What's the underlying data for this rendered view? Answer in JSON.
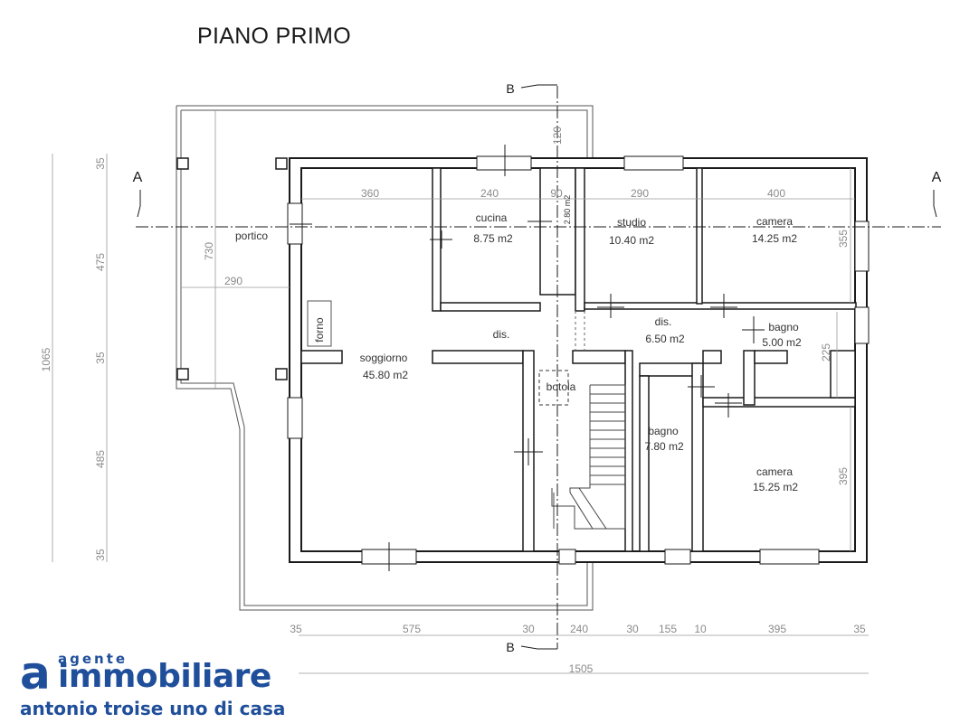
{
  "title": "PIANO PRIMO",
  "rooms": [
    {
      "name": "portico",
      "area": ""
    },
    {
      "name": "cucina",
      "area": "8.75 m2"
    },
    {
      "name": "studio",
      "area": "10.40 m2"
    },
    {
      "name": "camera",
      "area": "14.25 m2"
    },
    {
      "name": "dis.",
      "area": ""
    },
    {
      "name": "dis.",
      "area": "6.50 m2"
    },
    {
      "name": "bagno",
      "area": "5.00 m2"
    },
    {
      "name": "soggiorno",
      "area": "45.80 m2"
    },
    {
      "name": "bagno",
      "area": "7.80 m2"
    },
    {
      "name": "camera",
      "area": "15.25 m2"
    },
    {
      "name": "forno",
      "area": ""
    },
    {
      "name": "botola",
      "area": ""
    }
  ],
  "small_area": "2.80 m2",
  "dimensions": {
    "top": [
      "360",
      "240",
      "90",
      "290",
      "400"
    ],
    "bottom": [
      "35",
      "575",
      "30",
      "240",
      "30",
      "155",
      "10",
      "395",
      "35"
    ],
    "total": "1505",
    "left": [
      "35",
      "475",
      "35",
      "485",
      "35"
    ],
    "left_total": "1065",
    "portico_height": "730",
    "portico_width": "290",
    "right": [
      "355",
      "225",
      "395"
    ],
    "stair_top": "120"
  },
  "section_marks": {
    "a": "A",
    "b": "B"
  },
  "logo": {
    "agente": "agente",
    "immobiliare": "immobiliare",
    "a_letter": "a",
    "tagline": "antonio troise uno di casa"
  },
  "colors": {
    "wall": "#1a1a1a",
    "dim": "#8a8a8a",
    "brand": "#1f4e9a"
  }
}
